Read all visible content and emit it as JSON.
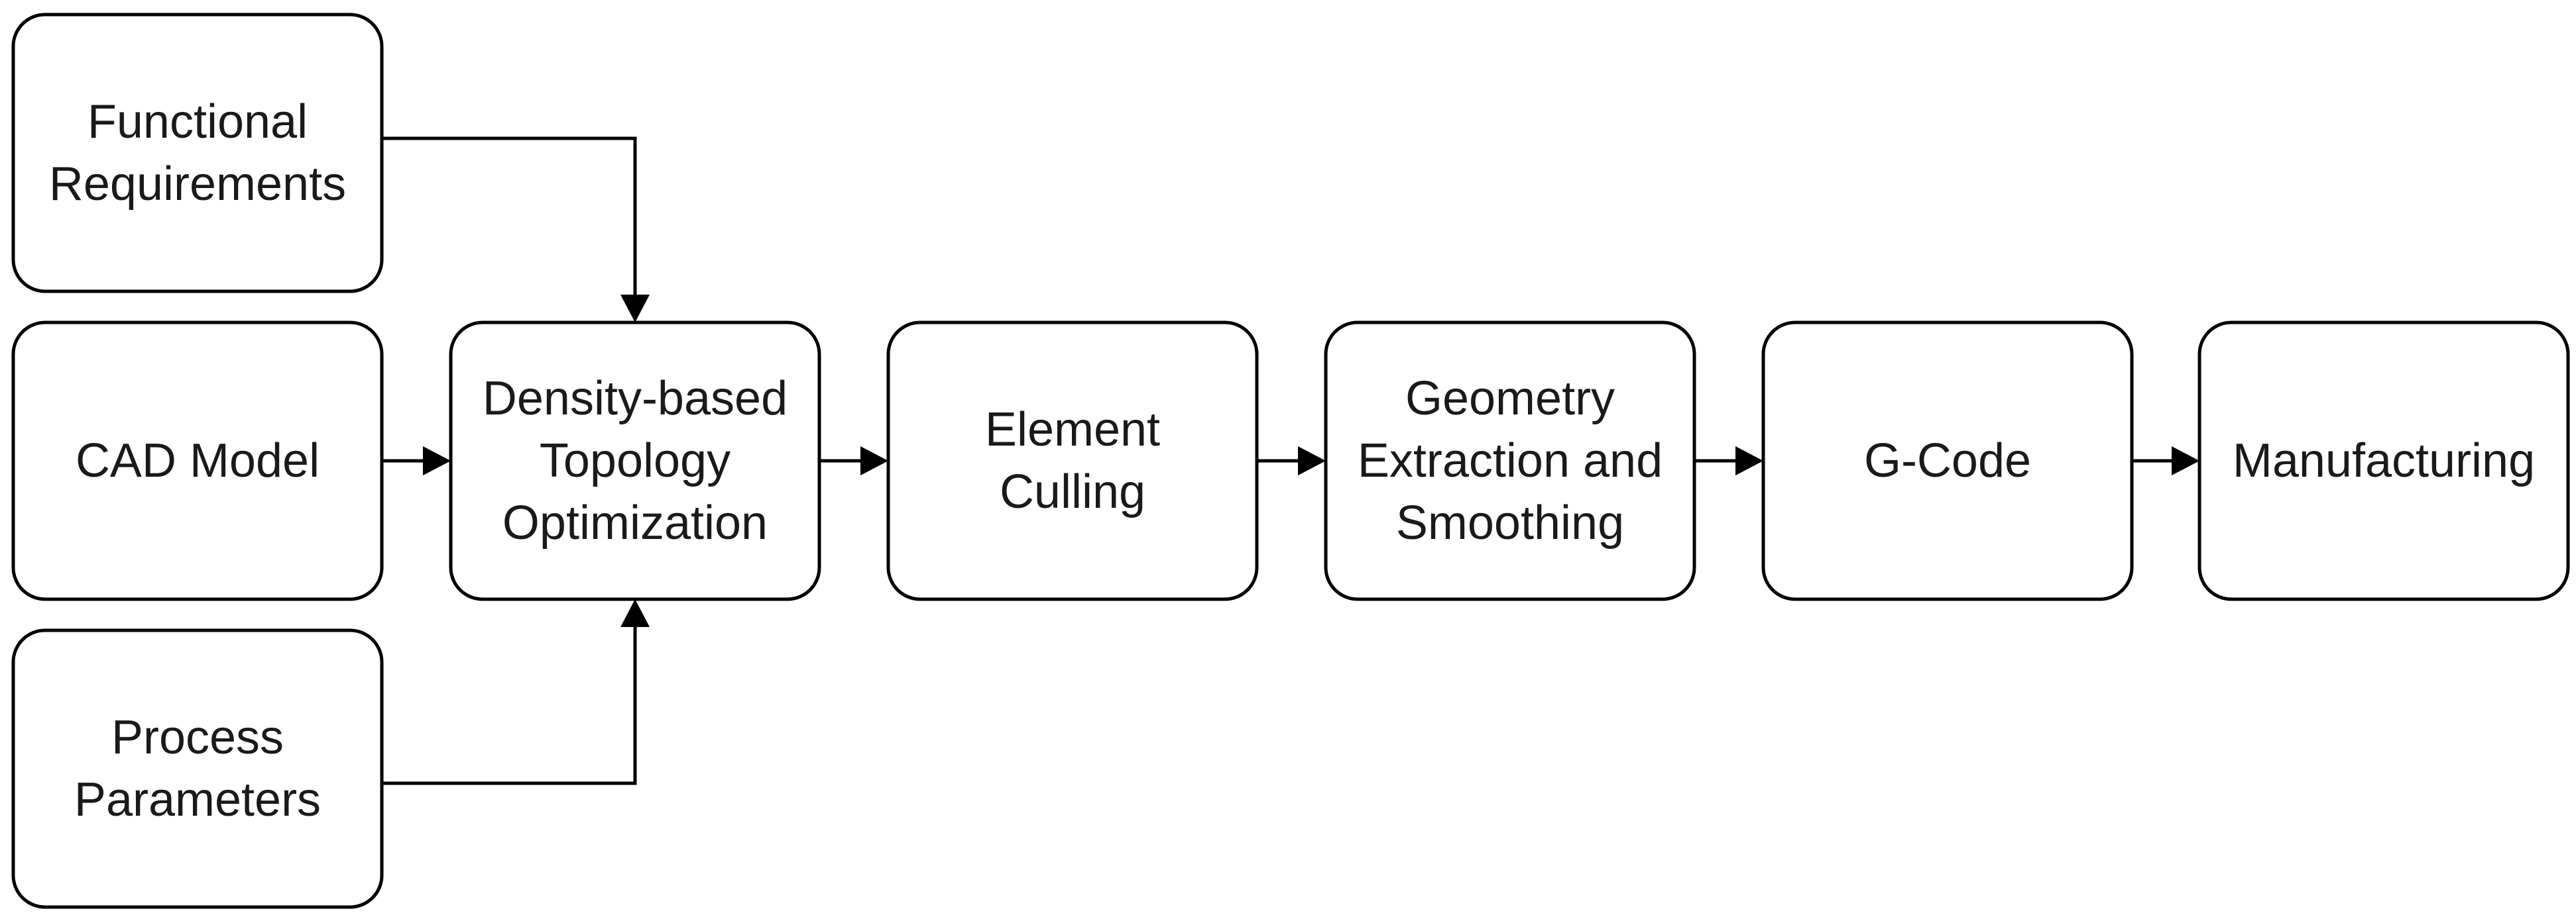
{
  "diagram": {
    "nodes": [
      {
        "id": "functional-requirements",
        "lines": [
          "Functional",
          "Requirements"
        ]
      },
      {
        "id": "cad-model",
        "lines": [
          "CAD Model"
        ]
      },
      {
        "id": "process-parameters",
        "lines": [
          "Process",
          "Parameters"
        ]
      },
      {
        "id": "density-based-topology-optimization",
        "lines": [
          "Density-based",
          "Topology",
          "Optimization"
        ]
      },
      {
        "id": "element-culling",
        "lines": [
          "Element",
          "Culling"
        ]
      },
      {
        "id": "geometry-extraction-and-smoothing",
        "lines": [
          "Geometry",
          "Extraction and",
          "Smoothing"
        ]
      },
      {
        "id": "g-code",
        "lines": [
          "G-Code"
        ]
      },
      {
        "id": "manufacturing",
        "lines": [
          "Manufacturing"
        ]
      }
    ],
    "edges": [
      {
        "from": "functional-requirements",
        "to": "density-based-topology-optimization"
      },
      {
        "from": "cad-model",
        "to": "density-based-topology-optimization"
      },
      {
        "from": "process-parameters",
        "to": "density-based-topology-optimization"
      },
      {
        "from": "density-based-topology-optimization",
        "to": "element-culling"
      },
      {
        "from": "element-culling",
        "to": "geometry-extraction-and-smoothing"
      },
      {
        "from": "geometry-extraction-and-smoothing",
        "to": "g-code"
      },
      {
        "from": "g-code",
        "to": "manufacturing"
      }
    ]
  }
}
